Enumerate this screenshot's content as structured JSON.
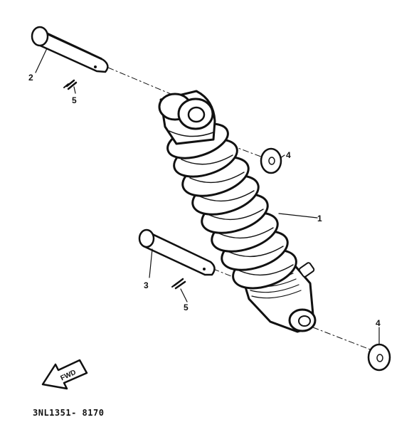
{
  "diagram": {
    "part_number": "3NL1351- 8170",
    "direction_label": "FWD",
    "callouts": {
      "shock": "1",
      "upper_bolt": "2",
      "lower_bolt": "3",
      "washer_upper": "4",
      "washer_lower": "4",
      "cotter_upper": "5",
      "cotter_lower": "5"
    }
  }
}
